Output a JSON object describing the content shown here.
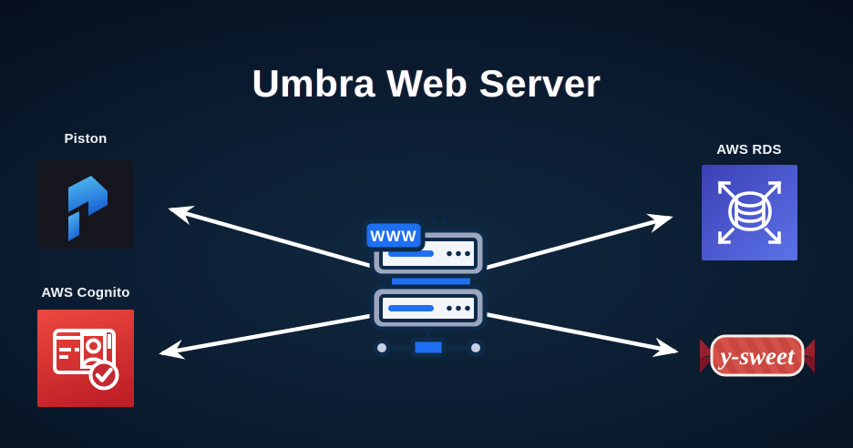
{
  "title": "Umbra Web Server",
  "nodes": {
    "piston": {
      "label": "Piston"
    },
    "aws_rds": {
      "label": "AWS RDS"
    },
    "aws_cognito": {
      "label": "AWS Cognito"
    },
    "ysweet": {
      "label": "y-sweet"
    },
    "web_server": {
      "badge": "WWW"
    }
  },
  "edges": [
    {
      "from": "web_server",
      "to": "piston"
    },
    {
      "from": "web_server",
      "to": "aws_rds"
    },
    {
      "from": "web_server",
      "to": "aws_cognito"
    },
    {
      "from": "web_server",
      "to": "ysweet"
    }
  ],
  "colors": {
    "background_center": "#102840",
    "background_edge": "#03080f",
    "accent_blue": "#1e6ff2",
    "server_outline": "#0d2b48",
    "server_body": "#9da6bf",
    "rds_gradient_start": "#3c3fb5",
    "rds_gradient_end": "#5c73e8",
    "cognito_gradient_start": "#ea453e",
    "cognito_gradient_end": "#bf2026",
    "candy_red": "#c8463f",
    "candy_end_red": "#8e1d2d",
    "piston_tile": "#16161e",
    "arrow": "#ffffff"
  }
}
